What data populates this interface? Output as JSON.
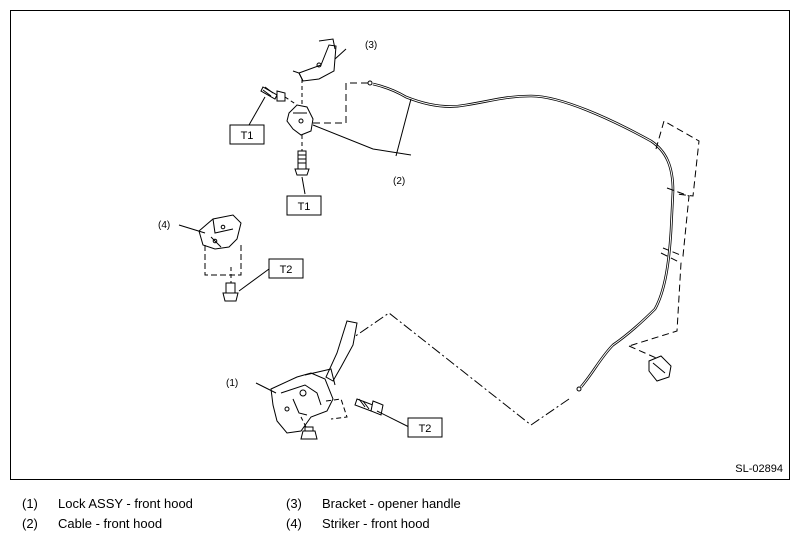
{
  "diagram": {
    "figure_id": "SL-02894",
    "callouts": {
      "lock": "(1)",
      "cable": "(2)",
      "bracket": "(3)",
      "striker": "(4)"
    },
    "torque_tags": {
      "bracket_bolt": "T1",
      "lock_bolt_upper": "T1",
      "striker_bolt": "T2",
      "lock_bolt": "T2"
    }
  },
  "legend": [
    {
      "num": "(1)",
      "text": "Lock ASSY - front hood"
    },
    {
      "num": "(2)",
      "text": "Cable - front hood"
    },
    {
      "num": "(3)",
      "text": "Bracket - opener handle"
    },
    {
      "num": "(4)",
      "text": "Striker - front hood"
    }
  ]
}
